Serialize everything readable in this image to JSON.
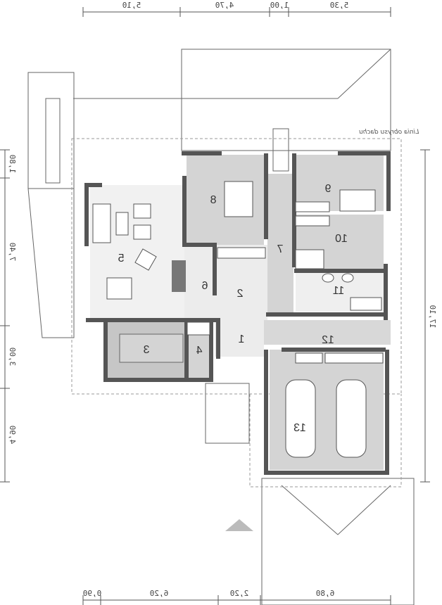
{
  "plan": {
    "roof_outline_label": "Linia obrysu dachu",
    "dimensions_top": [
      "5,10",
      "4,70",
      "1,00",
      "5,30"
    ],
    "dimensions_bottom": [
      "0,90",
      "6,20",
      "2,20",
      "6,80"
    ],
    "dimensions_left": [
      "1,80",
      "7,40",
      "3,00",
      "4,90"
    ],
    "dimension_right": "17,10",
    "rooms": [
      "1",
      "2",
      "3",
      "4",
      "5",
      "6",
      "7",
      "8",
      "9",
      "10",
      "11",
      "12",
      "13"
    ],
    "colors": {
      "wall": "#555555",
      "room_dark": "#d4d4d4",
      "room_light": "#efefef",
      "kitchen": "#c6c6c6"
    }
  }
}
